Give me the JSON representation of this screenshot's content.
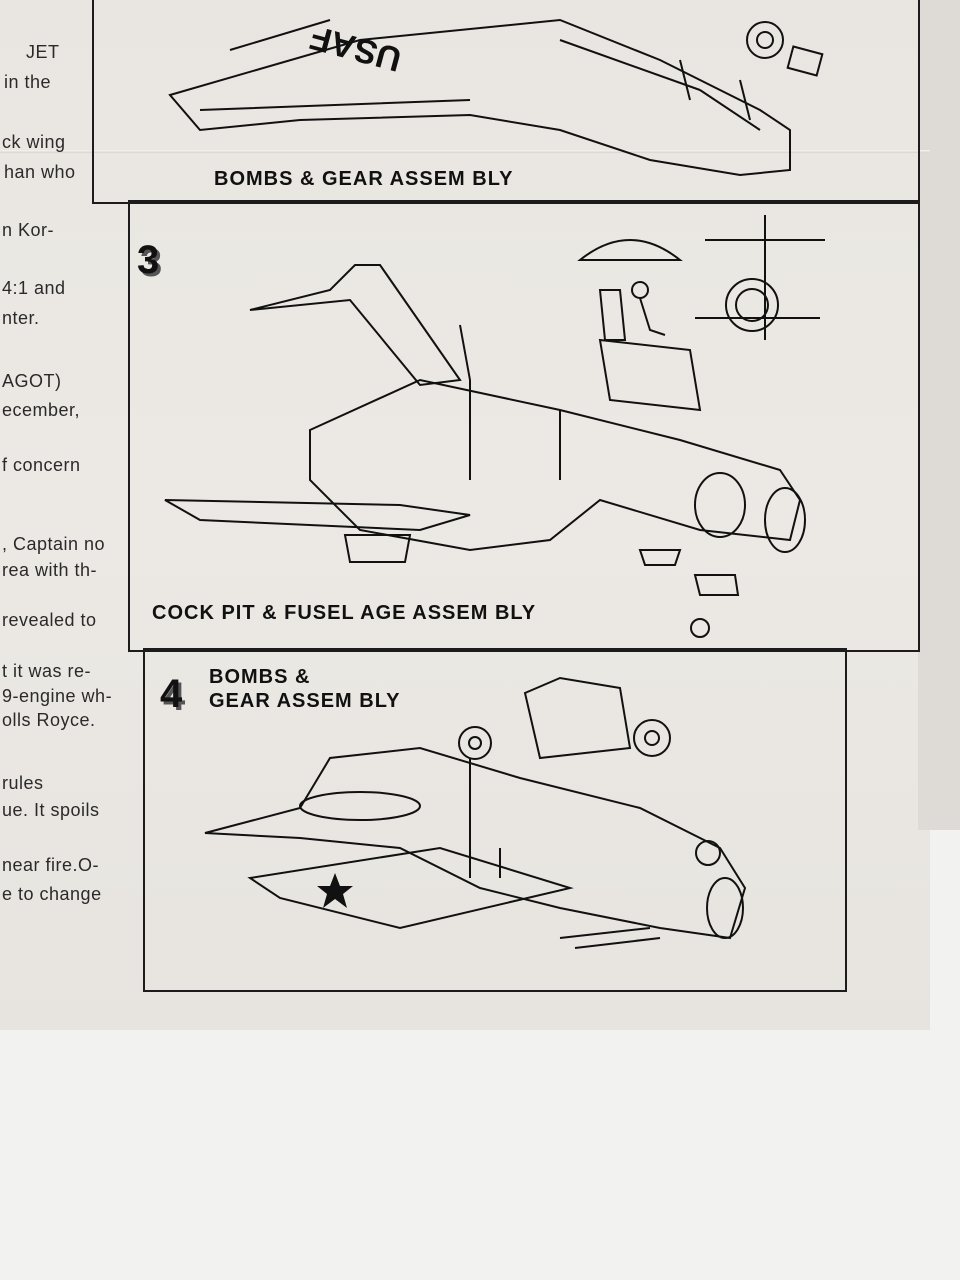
{
  "history_text_fragments": [
    "JET",
    "in the",
    "ck wing",
    "han who",
    "n Kor-",
    "4:1 and",
    "nter.",
    "AGOT)",
    "ecember,",
    "f concern",
    ", Captain no",
    "rea with th-",
    "revealed to",
    "t it was re-",
    "9-engine wh-",
    "olls Royce.",
    "rules",
    "ue. It spoils",
    "near fire.O-",
    "e to change"
  ],
  "panels": {
    "top": {
      "title": "BOMBS & GEAR ASSEM BLY",
      "marking": "USAF"
    },
    "step3": {
      "number": "3",
      "title": "COCK PIT & FUSEL AGE ASSEM BLY"
    },
    "step4": {
      "number": "4",
      "title_line1": "BOMBS &",
      "title_line2": "GEAR ASSEM BLY"
    }
  }
}
